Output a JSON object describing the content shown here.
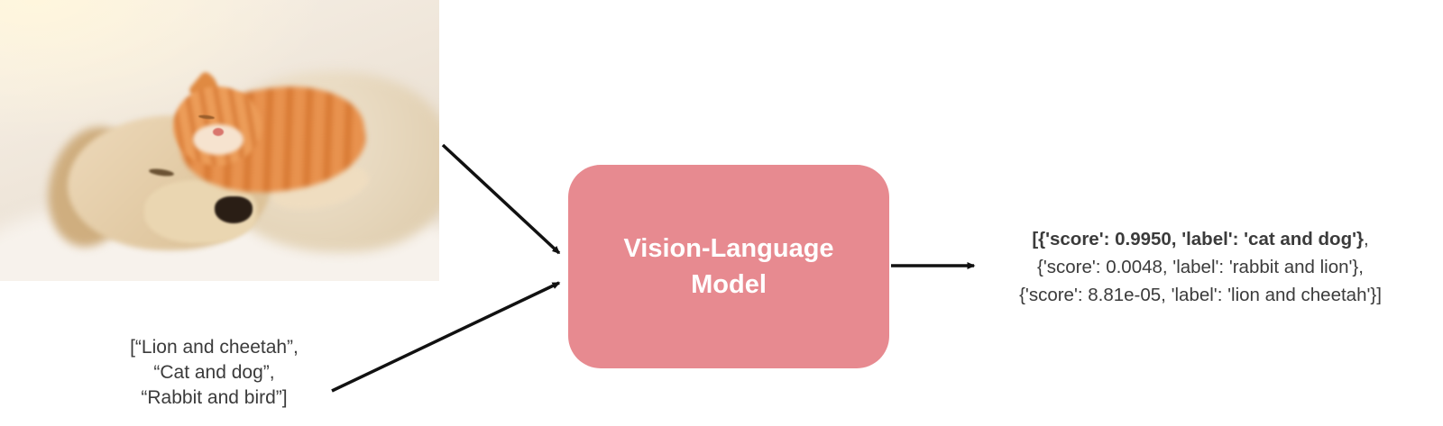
{
  "diagram": {
    "input_image": {
      "description": "photo of a sleeping puppy with an orange kitten resting on its head"
    },
    "input_labels": {
      "line1": "[“Lion and cheetah”,",
      "line2": "“Cat and dog”,",
      "line3": "“Rabbit and bird”]"
    },
    "model": {
      "name_line1": "Vision-Language",
      "name_line2": "Model",
      "fill_color": "#e78a90",
      "text_color": "#ffffff"
    },
    "output": {
      "line1_bold": "[{'score': 0.9950, 'label': 'cat and dog'}",
      "line1_rest": ",",
      "line2": "{'score': 0.0048, 'label': 'rabbit and lion'},",
      "line3": "{'score': 8.81e-05, 'label': 'lion and cheetah'}]"
    },
    "arrow_color": "#111111"
  }
}
